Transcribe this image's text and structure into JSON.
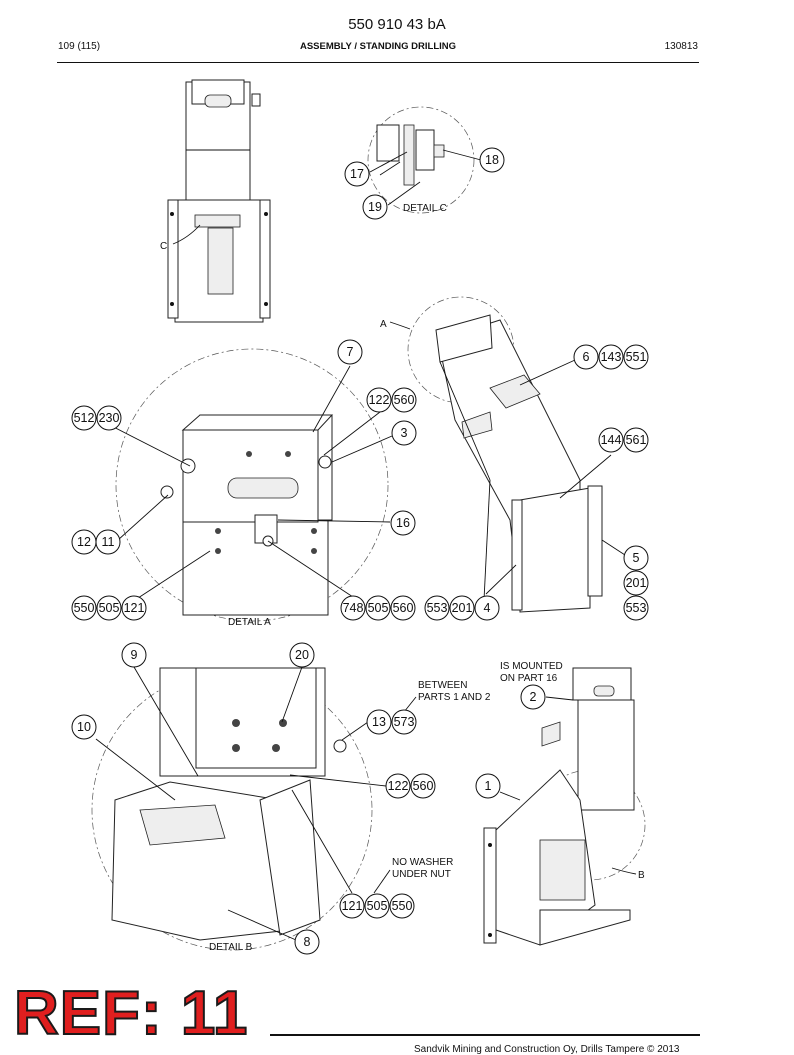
{
  "header": {
    "doc_number": "550 910 43 bA",
    "page": "109 (115)",
    "section": "ASSEMBLY / STANDING DRILLING",
    "date": "130813"
  },
  "callouts": {
    "detail_c_ref": "C",
    "detail_a_ref": "A",
    "detail_b_ref": "B",
    "b17": "17",
    "b18": "18",
    "b19": "19",
    "b7": "7",
    "b122a": "122",
    "b560a": "560",
    "b3": "3",
    "b512": "512",
    "b230": "230",
    "b12": "12",
    "b11": "11",
    "b16": "16",
    "b550a": "550",
    "b505a": "505",
    "b121a": "121",
    "b748": "748",
    "b505b": "505",
    "b560b": "560",
    "b553a": "553",
    "b201a": "201",
    "b4": "4",
    "b6": "6",
    "b143": "143",
    "b551": "551",
    "b144": "144",
    "b561": "561",
    "b5": "5",
    "b201b": "201",
    "b553b": "553",
    "b9": "9",
    "b20": "20",
    "b10": "10",
    "b13": "13",
    "b573": "573",
    "b122b": "122",
    "b560c": "560",
    "b2": "2",
    "b1": "1",
    "b121b": "121",
    "b505c": "505",
    "b550b": "550",
    "b8": "8"
  },
  "labels": {
    "detail_c": "DETAIL C",
    "detail_a": "DETAIL A",
    "detail_b": "DETAIL B",
    "mounted_line1": "IS MOUNTED",
    "mounted_line2": "ON PART 16",
    "between_line1": "BETWEEN",
    "between_line2": "PARTS 1 AND 2",
    "washer_line1": "NO WASHER",
    "washer_line2": "UNDER NUT"
  },
  "stamp": {
    "text": "REF: 11",
    "color": "#e01f1f"
  },
  "footer": {
    "copyright": "Sandvik Mining and Construction Oy, Drills Tampere © 2013"
  }
}
